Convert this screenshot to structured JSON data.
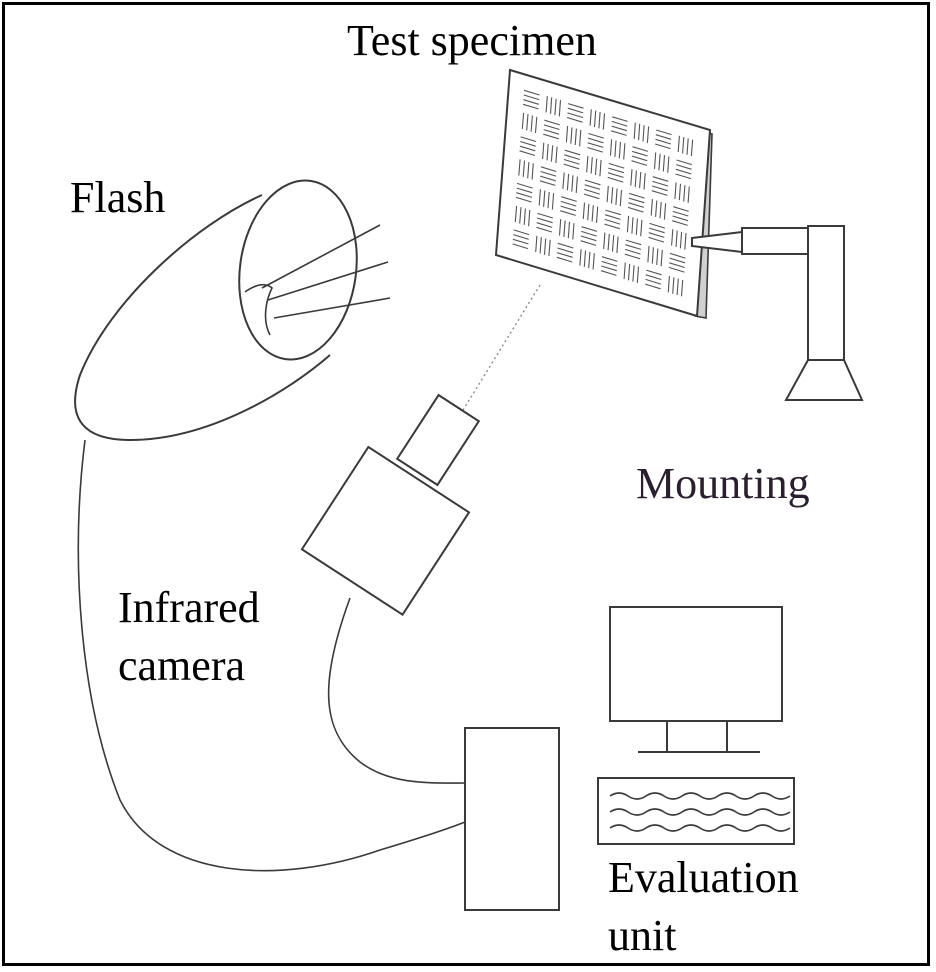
{
  "labels": {
    "test_specimen": "Test specimen",
    "flash": "Flash",
    "mounting": "Mounting",
    "infrared_line1": "Infrared",
    "infrared_line2": "camera",
    "evaluation_line1": "Evaluation",
    "evaluation_line2": "unit"
  },
  "colors": {
    "stroke": "#3a3a3a",
    "text": "#000000",
    "mounting_text": "#2a1f2e",
    "background": "#ffffff"
  }
}
